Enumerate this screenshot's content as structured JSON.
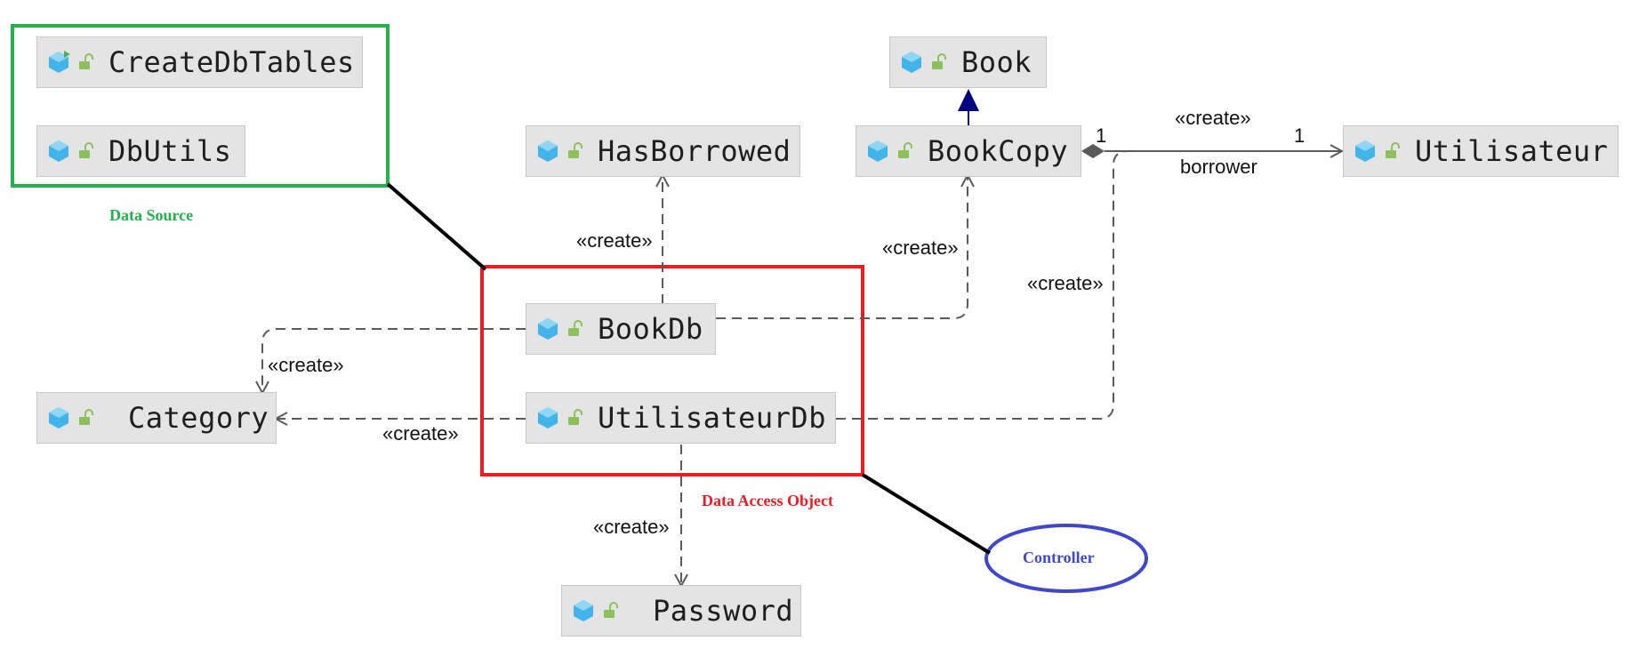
{
  "classes": {
    "create_db_tables": "CreateDbTables",
    "db_utils": "DbUtils",
    "has_borrowed": "HasBorrowed",
    "book": "Book",
    "book_copy": "BookCopy",
    "utilisateur": "Utilisateur",
    "book_db": "BookDb",
    "category": "Category",
    "utilisateur_db": "UtilisateurDb",
    "password": "Password"
  },
  "labels": {
    "create": "«create»",
    "multiplicity_one": "1",
    "borrower": "borrower"
  },
  "groups": {
    "data_source": "Data Source",
    "data_access_object": "Data Access Object",
    "controller": "Controller"
  },
  "colors": {
    "data_source": "#22b14c",
    "data_access_object": "#ed1c24",
    "controller": "#3f48cc",
    "class_fill": "#e4e4e4",
    "generalization_arrow": "#000080",
    "dependency_line": "#5a5a5a"
  },
  "icons": {
    "class_icon": "cube-icon",
    "visibility_icon": "unlocked-padlock-icon"
  }
}
